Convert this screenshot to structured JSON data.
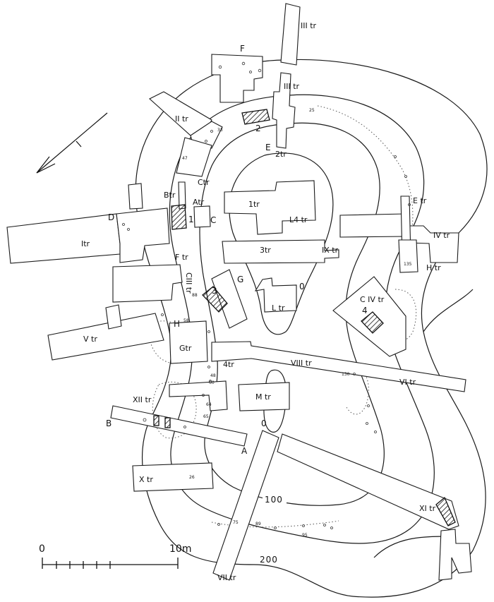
{
  "labels": {
    "F": "F",
    "III_tr_top": "III tr",
    "III_tr": "III tr",
    "II_tr": "II tr",
    "2tr": "2tr",
    "E": "E",
    "Ctr": "Ctr",
    "Btr": "Btr",
    "Atr": "Atr",
    "D": "D",
    "I_tr": "Itr",
    "1tr": "1tr",
    "L4tr": "L4 tr",
    "C": "C",
    "3tr": "3tr",
    "IX_tr": "IX tr",
    "E_tr": "E tr",
    "IV_tr": "IV tr",
    "H_tr": "H tr",
    "F_tr": "F tr",
    "CIII_tr": "CIII tr",
    "G": "G",
    "L_tr": "L tr",
    "CIV_tr": "C IV tr",
    "V_tr": "V tr",
    "H": "H",
    "G_tr": "Gtr",
    "4tr": "4tr",
    "VIII_tr": "VIII tr",
    "VI_tr": "VI tr",
    "XII_tr": "XII tr",
    "M_tr": "M tr",
    "B": "B",
    "A": "A",
    "X_tr": "X tr",
    "XI_tr": "XI tr",
    "VII_tr": "VII tr"
  },
  "features": {
    "f1": "1",
    "f2": "2",
    "f3": "3",
    "f4": "4"
  },
  "contours": {
    "zero_upper": "0",
    "zero_lower": "0",
    "c100": "100",
    "c200": "200"
  },
  "small_numbers": {
    "n25": "25",
    "n47": "47",
    "n135": "135",
    "n58": "58",
    "n88": "88",
    "n60": "60",
    "n64": "64",
    "n65": "65",
    "n26": "26",
    "n75": "75",
    "n89": "89",
    "n95": "95",
    "n130": "130",
    "n48": "48",
    "n33": "33"
  },
  "scale": {
    "start": "0",
    "end": "10m"
  },
  "colors": {
    "line": "#1a1a1a",
    "background": "#ffffff"
  }
}
